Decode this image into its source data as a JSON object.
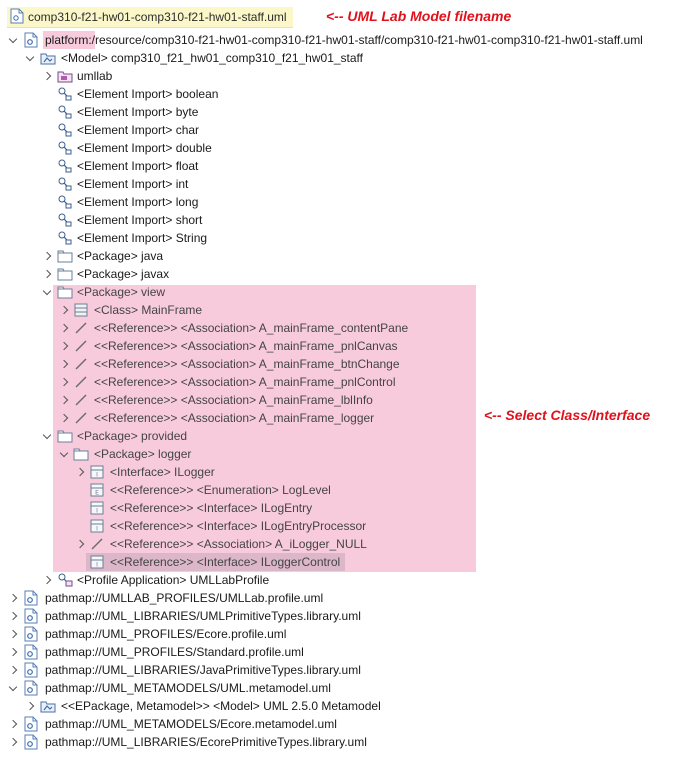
{
  "tab": {
    "filename": "comp310-f21-hw01-comp310-f21-hw01-staff.uml"
  },
  "annotations": {
    "filename_note": "<-- UML Lab Model filename",
    "select_note": "<-- Select Class/Interface"
  },
  "tree": [
    {
      "label": "platform:/resource/comp310-f21-hw01-comp310-f21-hw01-staff/comp310-f21-hw01-comp310-f21-hw01-staff.uml",
      "icon": "uml-resource-icon",
      "expanded": true
    },
    {
      "label": "<Model> comp310_f21_hw01_comp310_f21_hw01_staff",
      "icon": "model-icon",
      "expanded": true
    },
    {
      "label": "umllab",
      "icon": "profile-icon",
      "expanded": false
    },
    {
      "label": "<Element Import> boolean",
      "icon": "element-import-icon"
    },
    {
      "label": "<Element Import> byte",
      "icon": "element-import-icon"
    },
    {
      "label": "<Element Import> char",
      "icon": "element-import-icon"
    },
    {
      "label": "<Element Import> double",
      "icon": "element-import-icon"
    },
    {
      "label": "<Element Import> float",
      "icon": "element-import-icon"
    },
    {
      "label": "<Element Import> int",
      "icon": "element-import-icon"
    },
    {
      "label": "<Element Import> long",
      "icon": "element-import-icon"
    },
    {
      "label": "<Element Import> short",
      "icon": "element-import-icon"
    },
    {
      "label": "<Element Import> String",
      "icon": "element-import-icon"
    },
    {
      "label": "<Package> java",
      "icon": "package-icon",
      "expanded": false
    },
    {
      "label": "<Package> javax",
      "icon": "package-icon",
      "expanded": false
    },
    {
      "label": "<Package> view",
      "icon": "package-icon",
      "expanded": true
    },
    {
      "label": "<Class> MainFrame",
      "icon": "class-icon",
      "expanded": false
    },
    {
      "label": "<<Reference>> <Association> A_mainFrame_contentPane",
      "icon": "association-icon",
      "expanded": false
    },
    {
      "label": "<<Reference>> <Association> A_mainFrame_pnlCanvas",
      "icon": "association-icon",
      "expanded": false
    },
    {
      "label": "<<Reference>> <Association> A_mainFrame_btnChange",
      "icon": "association-icon",
      "expanded": false
    },
    {
      "label": "<<Reference>> <Association> A_mainFrame_pnlControl",
      "icon": "association-icon",
      "expanded": false
    },
    {
      "label": "<<Reference>> <Association> A_mainFrame_lblInfo",
      "icon": "association-icon",
      "expanded": false
    },
    {
      "label": "<<Reference>> <Association> A_mainFrame_logger",
      "icon": "association-icon",
      "expanded": false
    },
    {
      "label": "<Package> provided",
      "icon": "package-icon",
      "expanded": true
    },
    {
      "label": "<Package> logger",
      "icon": "package-icon",
      "expanded": true
    },
    {
      "label": "<Interface> ILogger",
      "icon": "interface-icon",
      "expanded": false
    },
    {
      "label": "<<Reference>> <Enumeration> LogLevel",
      "icon": "enumeration-icon"
    },
    {
      "label": "<<Reference>> <Interface> ILogEntry",
      "icon": "interface-icon"
    },
    {
      "label": "<<Reference>> <Interface> ILogEntryProcessor",
      "icon": "interface-icon"
    },
    {
      "label": "<<Reference>> <Association> A_iLogger_NULL",
      "icon": "association-icon",
      "expanded": false
    },
    {
      "label": "<<Reference>> <Interface> ILoggerControl",
      "icon": "interface-icon",
      "selected": true
    },
    {
      "label": "<Profile Application> UMLLabProfile",
      "icon": "profile-application-icon",
      "expanded": false
    },
    {
      "label": "pathmap://UMLLAB_PROFILES/UMLLab.profile.uml",
      "icon": "uml-resource-icon",
      "expanded": false
    },
    {
      "label": "pathmap://UML_LIBRARIES/UMLPrimitiveTypes.library.uml",
      "icon": "uml-resource-icon",
      "expanded": false
    },
    {
      "label": "pathmap://UML_PROFILES/Ecore.profile.uml",
      "icon": "uml-resource-icon",
      "expanded": false
    },
    {
      "label": "pathmap://UML_PROFILES/Standard.profile.uml",
      "icon": "uml-resource-icon",
      "expanded": false
    },
    {
      "label": "pathmap://UML_LIBRARIES/JavaPrimitiveTypes.library.uml",
      "icon": "uml-resource-icon",
      "expanded": false
    },
    {
      "label": "pathmap://UML_METAMODELS/UML.metamodel.uml",
      "icon": "uml-resource-icon",
      "expanded": true
    },
    {
      "label": "<<EPackage, Metamodel>> <Model> UML 2.5.0 Metamodel",
      "icon": "model-icon",
      "expanded": false
    },
    {
      "label": "pathmap://UML_METAMODELS/Ecore.metamodel.uml",
      "icon": "uml-resource-icon",
      "expanded": false
    },
    {
      "label": "pathmap://UML_LIBRARIES/EcorePrimitiveTypes.library.uml",
      "icon": "uml-resource-icon",
      "expanded": false
    }
  ]
}
